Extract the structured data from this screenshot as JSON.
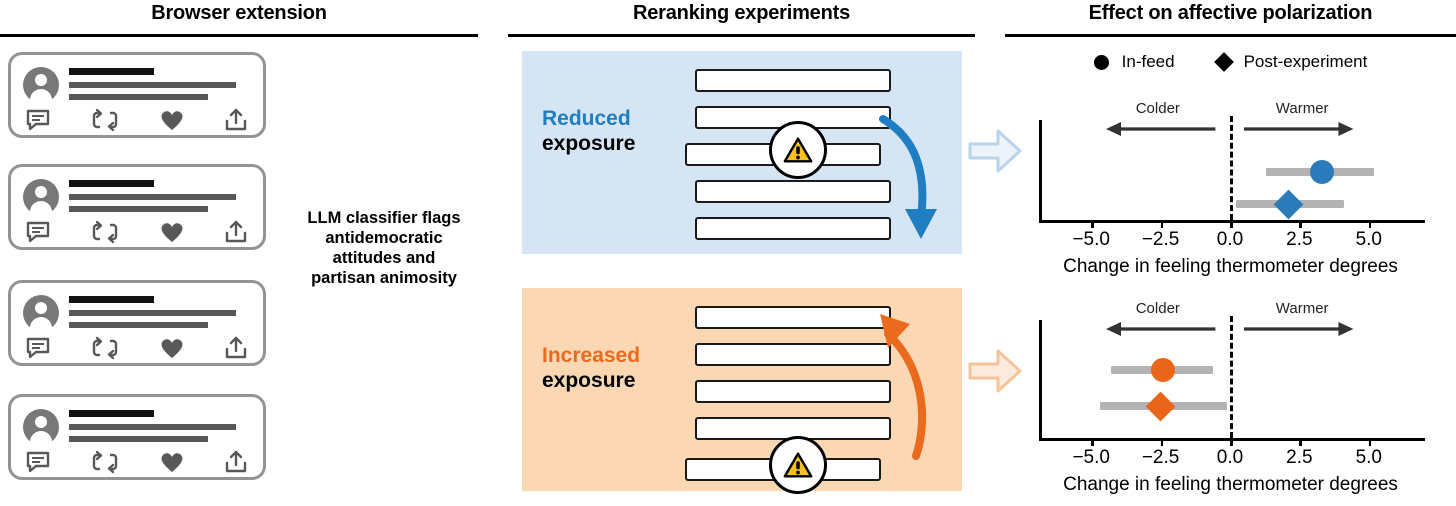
{
  "panels": {
    "left": {
      "title": "Browser extension"
    },
    "mid": {
      "title": "Reranking experiments"
    },
    "right": {
      "title": "Effect on affective polarization"
    }
  },
  "browser_extension": {
    "annotation": "LLM classifier flags antidemocratic attitudes and partisan animosity",
    "annotation_lines": [
      "LLM classifier flags",
      "antidemocratic",
      "attitudes and",
      "partisan animosity"
    ],
    "cards": [
      {
        "flagged": false,
        "icons": [
          "reply-icon",
          "repost-icon",
          "like-icon",
          "share-icon"
        ]
      },
      {
        "flagged": true,
        "icons": [
          "reply-icon",
          "repost-icon",
          "like-icon",
          "share-icon"
        ]
      },
      {
        "flagged": false,
        "icons": [
          "reply-icon",
          "repost-icon",
          "like-icon",
          "share-icon"
        ]
      },
      {
        "flagged": false,
        "icons": [
          "reply-icon",
          "repost-icon",
          "like-icon",
          "share-icon"
        ]
      }
    ]
  },
  "reranking": {
    "conditions": [
      {
        "emphasis": "Reduced",
        "rest": "exposure",
        "accent": "#1f7ec2",
        "background": "#d6e5f3",
        "bars": 5,
        "flagged_index": 2,
        "arrow_direction": "down"
      },
      {
        "emphasis": "Increased",
        "rest": "exposure",
        "accent": "#ea6a1e",
        "background": "#fbd7b3",
        "bars": 5,
        "flagged_index": 4,
        "arrow_direction": "up"
      }
    ]
  },
  "chart_data": [
    {
      "type": "scatter",
      "title": "Effect on affective polarization",
      "subtitle": "Reduced exposure",
      "xlabel": "Change in feeling thermometer degrees",
      "ylabel": "",
      "xlim": [
        -5.8,
        5.8
      ],
      "xticks": [
        -5.0,
        -2.5,
        0.0,
        2.5,
        5.0
      ],
      "xticklabels": [
        "−5.0",
        "−2.5",
        "0.0",
        "2.5",
        "5.0"
      ],
      "grid": false,
      "zero_reference_line": 0.0,
      "direction_labels": {
        "left": "Colder",
        "right": "Warmer"
      },
      "legend": [
        {
          "label": "In-feed",
          "marker": "circle"
        },
        {
          "label": "Post-experiment",
          "marker": "diamond"
        }
      ],
      "accent_color": "#2b7bba",
      "series": [
        {
          "name": "In-feed",
          "marker": "circle",
          "estimate": 3.3,
          "ci_low": 1.3,
          "ci_high": 5.2
        },
        {
          "name": "Post-experiment",
          "marker": "diamond",
          "estimate": 2.1,
          "ci_low": 0.2,
          "ci_high": 4.1
        }
      ]
    },
    {
      "type": "scatter",
      "title": "Effect on affective polarization",
      "subtitle": "Increased exposure",
      "xlabel": "Change in feeling thermometer degrees",
      "ylabel": "",
      "xlim": [
        -5.8,
        5.8
      ],
      "xticks": [
        -5.0,
        -2.5,
        0.0,
        2.5,
        5.0
      ],
      "xticklabels": [
        "−5.0",
        "−2.5",
        "0.0",
        "2.5",
        "5.0"
      ],
      "grid": false,
      "zero_reference_line": 0.0,
      "direction_labels": {
        "left": "Colder",
        "right": "Warmer"
      },
      "legend": [
        {
          "label": "In-feed",
          "marker": "circle"
        },
        {
          "label": "Post-experiment",
          "marker": "diamond"
        }
      ],
      "accent_color": "#e8651a",
      "series": [
        {
          "name": "In-feed",
          "marker": "circle",
          "estimate": -2.4,
          "ci_low": -4.3,
          "ci_high": -0.6
        },
        {
          "name": "Post-experiment",
          "marker": "diamond",
          "estimate": -2.5,
          "ci_low": -4.7,
          "ci_high": -0.1
        }
      ]
    }
  ],
  "colors": {
    "blue_marker": "#2b7bba",
    "orange_marker": "#e8651a",
    "blue_panel": "#d6e5f3",
    "orange_panel": "#fbd7b3",
    "warning_yellow": "#f9c020",
    "ci_gray": "#b3b3b3"
  }
}
